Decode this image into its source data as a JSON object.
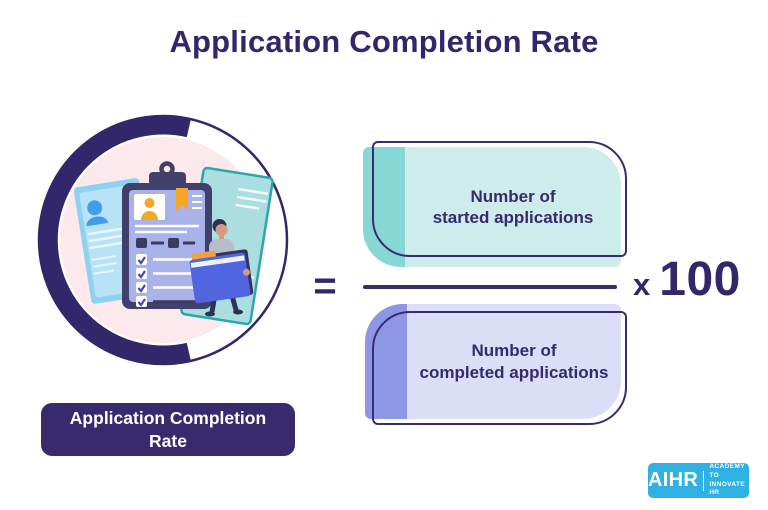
{
  "title": "Application Completion Rate",
  "formula": {
    "equals": "=",
    "numerator": {
      "line1": "Number of",
      "line2": "started applications"
    },
    "denominator": {
      "line1": "Number of",
      "line2": "completed applications"
    },
    "multiplier": {
      "symbol": "x",
      "value": "100"
    }
  },
  "label": {
    "line1": "Application Completion",
    "line2": "Rate"
  },
  "logo": {
    "name": "AIHR",
    "tagline1": "ACADEMY TO",
    "tagline2": "INNOVATE HR"
  },
  "colors": {
    "heading_purple": "#34266b",
    "outline_purple": "#3a2b6e",
    "teal_light": "#cdeceb",
    "teal_dark": "#87d7d7",
    "lavender_light": "#dcddf7",
    "lavender_dark": "#8e97e6",
    "label_background": "#392a6e",
    "logo_blue": "#2fb1e3",
    "circle_pink": "#fce9eb",
    "accent_orange": "#f5a623",
    "folder_blue": "#5165de"
  }
}
